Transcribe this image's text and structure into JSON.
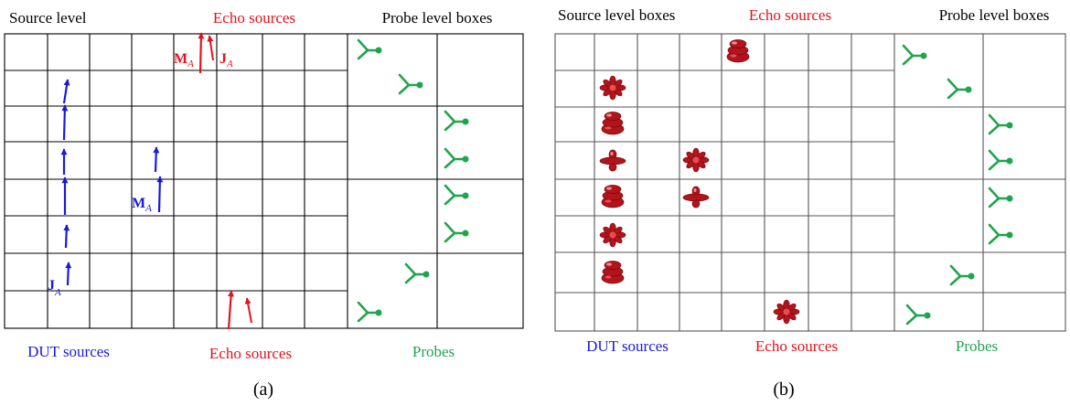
{
  "colors": {
    "source": "#1a1ad6",
    "echo": "#e0141e",
    "probe": "#21a44e",
    "black": "#000000",
    "grid_b": "#555555",
    "radiator": "#b3141c"
  },
  "panel_a": {
    "label_top_left": "Source level",
    "label_top_center": "Echo sources",
    "label_top_right": "Probe level boxes",
    "label_bottom_left": "DUT sources",
    "label_bottom_center": "Echo sources",
    "label_bottom_right": "Probes",
    "caption": "(a)",
    "label_M_echo": "M",
    "label_M_echo_sub": "A",
    "label_J_echo": "J",
    "label_J_echo_sub": "A",
    "label_M_dut": "M",
    "label_M_dut_sub": "A",
    "label_J_dut": "J",
    "label_J_dut_sub": "A"
  },
  "panel_b": {
    "label_top_left": "Source level boxes",
    "label_top_center": "Echo sources",
    "label_top_right": "Probe level boxes",
    "label_bottom_left": "DUT sources",
    "label_bottom_center": "Echo sources",
    "label_bottom_right": "Probes",
    "caption": "(b)"
  }
}
